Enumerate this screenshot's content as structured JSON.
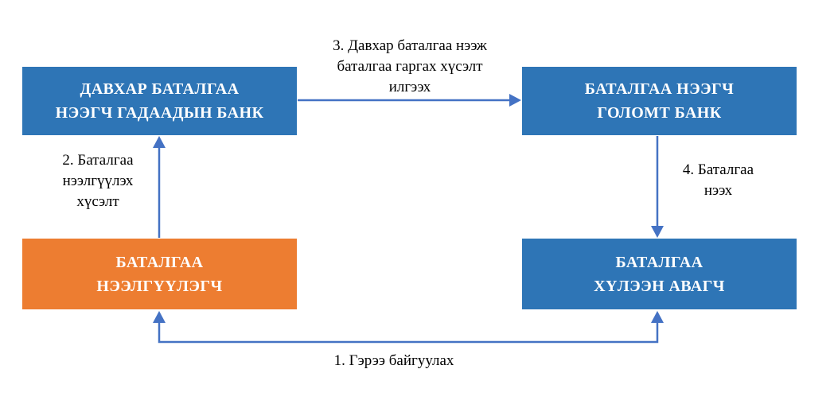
{
  "diagram": {
    "title": "Guarantee issuance flow diagram",
    "colors": {
      "box_blue": "#2E75B6",
      "box_orange": "#ED7D31",
      "arrow": "#4472C4",
      "node_text": "#FFFFFF",
      "label_text": "#000000"
    },
    "nodes": [
      {
        "id": "foreign-bank",
        "label": "ДАВХАР БАТАЛГАА\nНЭЭГЧ ГАДААДЫН БАНК"
      },
      {
        "id": "golomt-bank",
        "label": "БАТАЛГАА НЭЭГЧ\nГОЛОМТ БАНК"
      },
      {
        "id": "applicant",
        "label": "БАТАЛГАА\nНЭЭЛГҮҮЛЭГЧ"
      },
      {
        "id": "beneficiary",
        "label": "БАТАЛГАА\nХҮЛЭЭН АВАГЧ"
      }
    ],
    "edges": [
      {
        "id": "1",
        "label": "1. Гэрээ байгуулах",
        "from": "applicant",
        "to": "beneficiary"
      },
      {
        "id": "2",
        "label": "2. Баталгаа\nнээлгүүлэх\nхүсэлт",
        "from": "applicant",
        "to": "foreign-bank"
      },
      {
        "id": "3",
        "label": "3. Давхар баталгаа нээж\nбаталгаа гаргах хүсэлт\nилгээх",
        "from": "foreign-bank",
        "to": "golomt-bank"
      },
      {
        "id": "4",
        "label": "4. Баталгаа\nнээх",
        "from": "golomt-bank",
        "to": "beneficiary"
      }
    ]
  }
}
